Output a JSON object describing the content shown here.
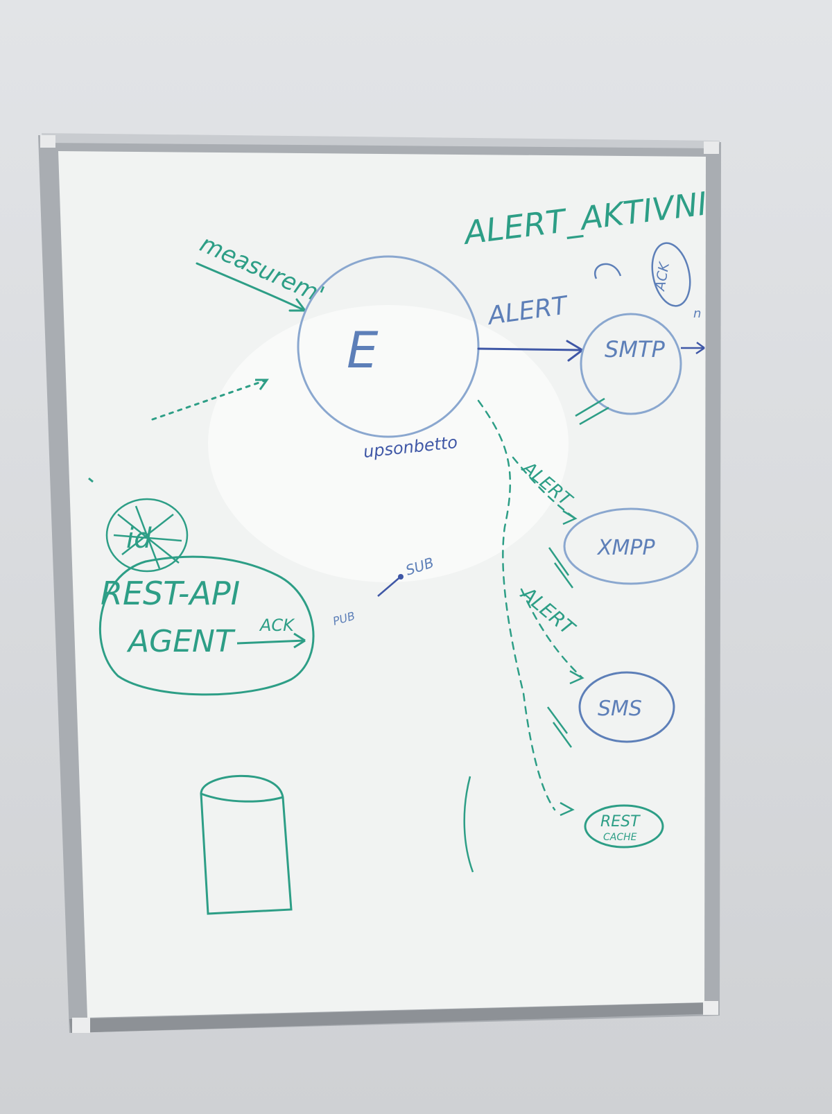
{
  "scene": {
    "wall_color": "#dcdee1",
    "board_surface_color": "#f1f3f2",
    "frame_color": "#a9adb2",
    "marker_green": "#2d9e86",
    "marker_blue": "#5d7fb8",
    "marker_navy": "#3f57a6"
  },
  "labels": {
    "measurement": "measurem'",
    "engine": "E",
    "alert_active": "ALERT_AKTIVNI",
    "ack_top": "ACK",
    "alert_smtp": "ALERT",
    "smtp": "SMTP",
    "n": "n",
    "upsonbetto": "upsonbetto",
    "alert_xmpp": "ALERT",
    "xmpp": "XMPP",
    "alert_sms": "ALERT",
    "sms": "SMS",
    "rest_cache_1": "REST",
    "rest_cache_2": "CACHE",
    "id": "id",
    "rest_api": "REST-API",
    "agent": "AGENT",
    "ack_agent": "ACK",
    "pub": "PUB",
    "sub": "SUB"
  }
}
